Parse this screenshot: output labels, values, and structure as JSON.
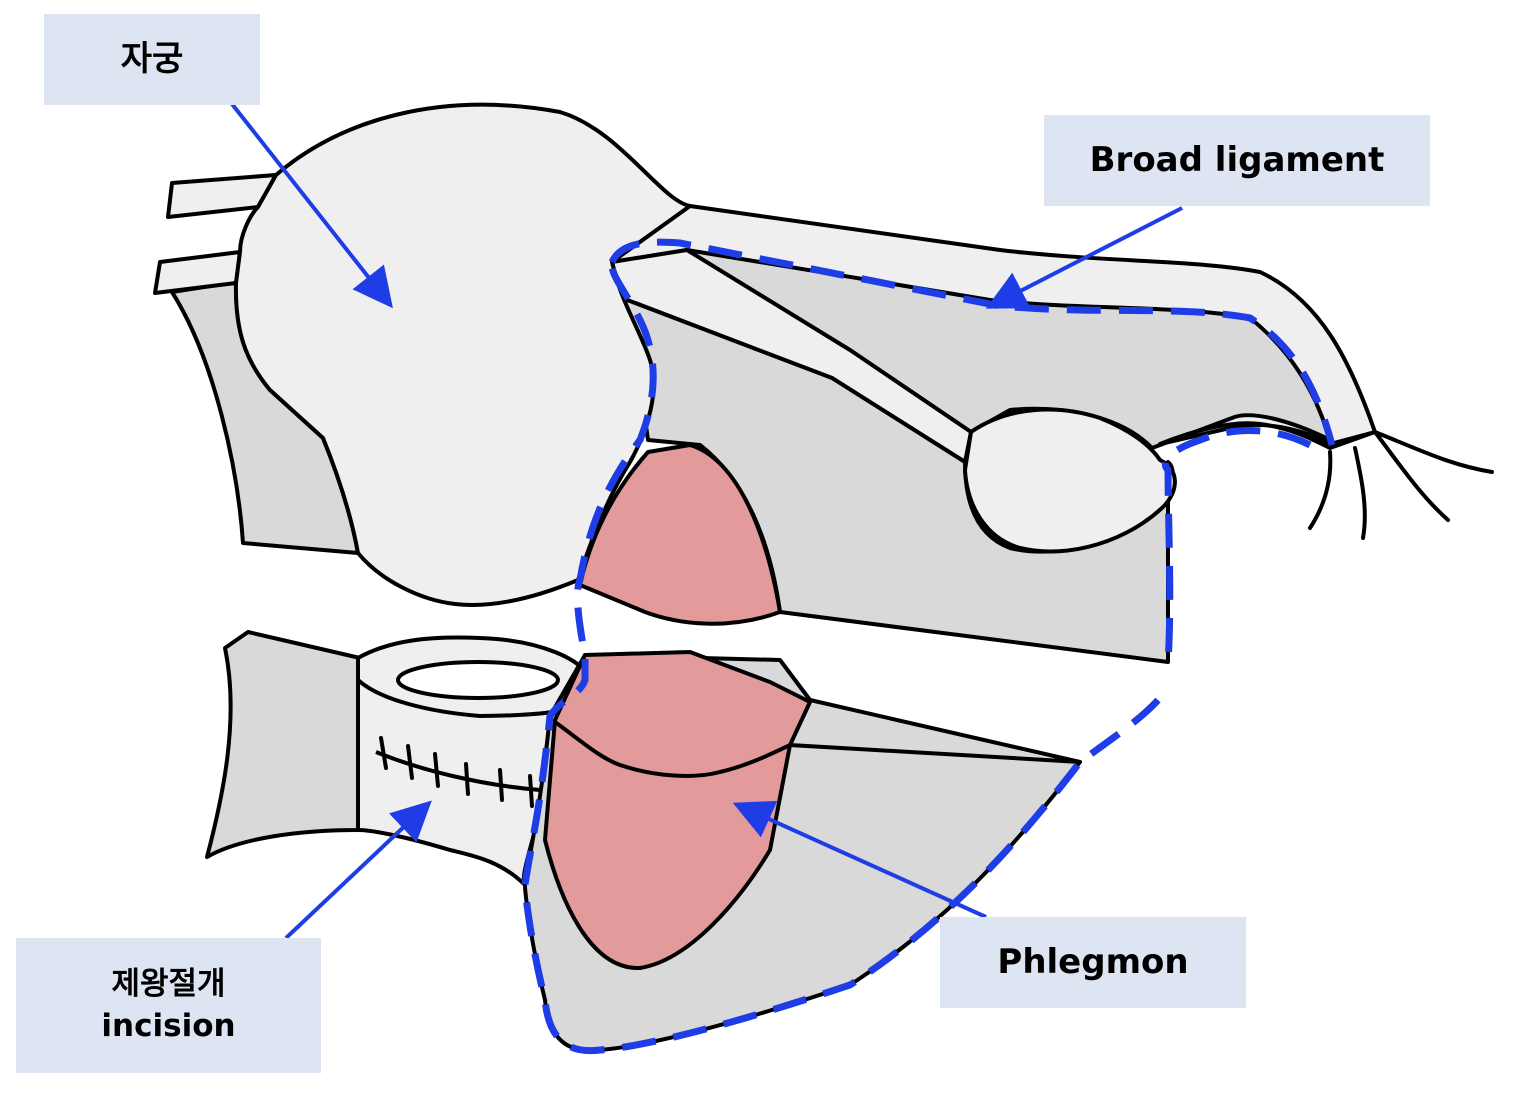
{
  "labels": {
    "uterus": "자궁",
    "broad_ligament": "Broad ligament",
    "phlegmon": "Phlegmon",
    "incision_line1": "제왕절개",
    "incision_line2": "incision"
  },
  "colors": {
    "label_bg": "#dde4f2",
    "tissue_light": "#efefef",
    "tissue_gray": "#d9d9d9",
    "phlegmon": "#e39a9a",
    "dashed_outline": "#1f3de6",
    "arrow": "#1f3de6",
    "stroke": "#000000"
  }
}
